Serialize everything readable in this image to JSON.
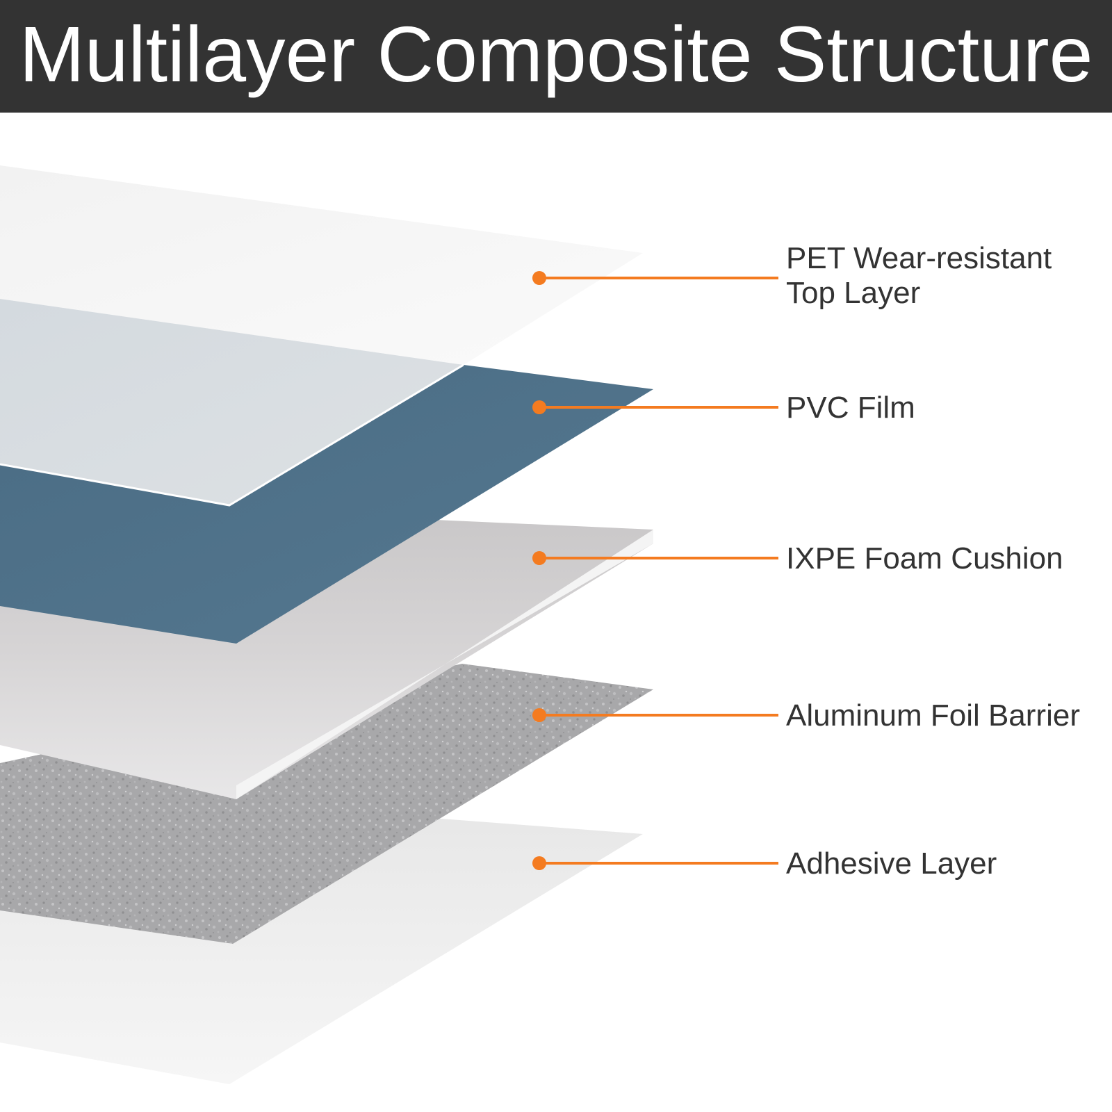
{
  "header": {
    "title": "Multilayer Composite Structure"
  },
  "layers": [
    {
      "label_lines": [
        "PET Wear-resistant",
        "Top Layer"
      ]
    },
    {
      "label_lines": [
        "PVC Film"
      ]
    },
    {
      "label_lines": [
        "IXPE Foam Cushion"
      ]
    },
    {
      "label_lines": [
        "Aluminum Foil Barrier"
      ]
    },
    {
      "label_lines": [
        "Adhesive Layer"
      ]
    }
  ],
  "colors": {
    "header_bg": "#333333",
    "header_text": "#ffffff",
    "callout": "#f47b20",
    "label_text": "#333333",
    "pvc_film": "#4e7189",
    "pet_top": "#f5f5f5",
    "ixpe_foam": "#d9d7d8",
    "aluminum_foil": "#a9a9ab",
    "adhesive": "#ececec"
  }
}
